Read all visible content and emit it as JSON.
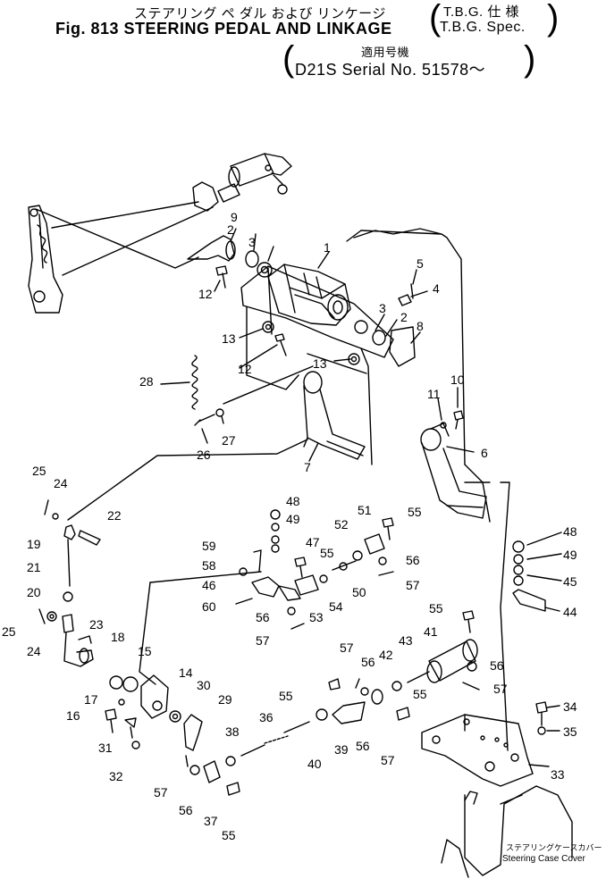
{
  "title": {
    "japanese": "ステアリング ペ ダル および リンケージ",
    "english": "Fig. 813 STEERING PEDAL AND LINKAGE",
    "spec_japanese": "T.B.G. 仕 様",
    "spec_english": "T.B.G. Spec.",
    "serial_japanese": "適用号機",
    "serial_english": "D21S Serial No. 51578～"
  },
  "callout_text": {
    "cover_japanese": "ステアリングケースカバー",
    "cover_english": "Steering Case Cover"
  },
  "part_numbers": [
    "1",
    "2",
    "3",
    "4",
    "5",
    "6",
    "7",
    "8",
    "9",
    "10",
    "11",
    "12",
    "13",
    "14",
    "15",
    "16",
    "17",
    "18",
    "19",
    "20",
    "21",
    "22",
    "23",
    "24",
    "25",
    "26",
    "27",
    "28",
    "29",
    "30",
    "31",
    "32",
    "33",
    "34",
    "35",
    "36",
    "37",
    "38",
    "39",
    "40",
    "41",
    "42",
    "43",
    "44",
    "45",
    "46",
    "47",
    "48",
    "49",
    "50",
    "51",
    "52",
    "53",
    "54",
    "55",
    "56",
    "57",
    "58",
    "59",
    "60"
  ]
}
